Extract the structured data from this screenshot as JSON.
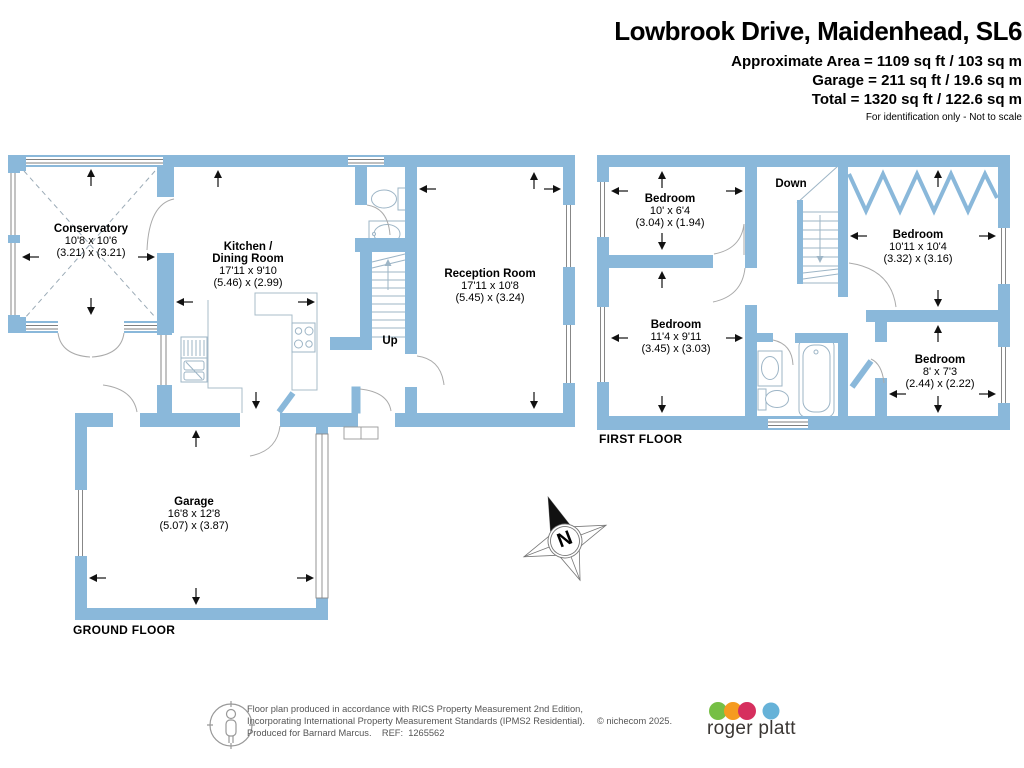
{
  "header": {
    "title": "Lowbrook Drive, Maidenhead, SL6",
    "area_lines": [
      "Approximate Area = 1109 sq ft / 103 sq m",
      "Garage = 211 sq ft / 19.6 sq m",
      "Total = 1320 sq ft / 122.6 sq m"
    ],
    "disclaimer": "For identification only - Not to scale"
  },
  "ground_floor": {
    "label": "GROUND FLOOR",
    "stairs_label": "Up",
    "rooms": [
      {
        "name": "Conservatory",
        "dims_ft": "10'8 x 10'6",
        "dims_m": "(3.21) x (3.21)"
      },
      {
        "name": "Kitchen / Dining Room",
        "dims_ft": "17'11 x 9'10",
        "dims_m": "(5.46) x (2.99)"
      },
      {
        "name": "Reception Room",
        "dims_ft": "17'11 x 10'8",
        "dims_m": "(5.45) x (3.24)"
      },
      {
        "name": "Garage",
        "dims_ft": "16'8 x 12'8",
        "dims_m": "(5.07) x (3.87)"
      }
    ]
  },
  "first_floor": {
    "label": "FIRST FLOOR",
    "stairs_label": "Down",
    "rooms": [
      {
        "name": "Bedroom",
        "dims_ft": "10' x 6'4",
        "dims_m": "(3.04) x (1.94)"
      },
      {
        "name": "Bedroom",
        "dims_ft": "11'4 x 9'11",
        "dims_m": "(3.45) x (3.03)"
      },
      {
        "name": "Bedroom",
        "dims_ft": "10'11 x 10'4",
        "dims_m": "(3.32) x (3.16)"
      },
      {
        "name": "Bedroom",
        "dims_ft": "8' x 7'3",
        "dims_m": "(2.44) x (2.22)"
      }
    ]
  },
  "compass": {
    "label": "N"
  },
  "footer": {
    "line1": "Floor plan produced in accordance with RICS Property Measurement 2nd Edition,",
    "line2": "Incorporating International Property Measurement Standards (IPMS2 Residential).",
    "copyright": "© nichecom 2025.",
    "line3": "Produced for Barnard Marcus.    REF:  1265562",
    "brand": "roger platt"
  },
  "colors": {
    "wall": "#8ab8da",
    "logo_green": "#76bf45",
    "logo_orange": "#f59b20",
    "logo_red": "#d62f5e",
    "logo_blue": "#66b2d8"
  }
}
